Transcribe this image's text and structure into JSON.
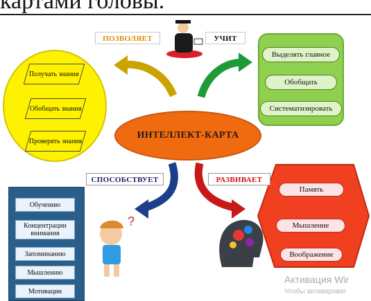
{
  "header": {
    "text": "картами головы."
  },
  "center": {
    "label": "ИНТЕЛЛЕКТ-КАРТА"
  },
  "tags": {
    "allows": "ПОЗВОЛЯЕТ",
    "teaches": "УЧИТ",
    "promotes": "СПОСОБСТВУЕТ",
    "develops": "РАЗВИВАЕТ"
  },
  "allows_items": [
    {
      "label": "Получать знания"
    },
    {
      "label": "Обобщать знания"
    },
    {
      "label": "Проверять знания"
    }
  ],
  "teaches_items": [
    {
      "label": "Выделять главное"
    },
    {
      "label": "Обобщать"
    },
    {
      "label": "Систематизировать"
    }
  ],
  "promotes_items": [
    {
      "label": "Обучению"
    },
    {
      "label": "Концентрации внимания"
    },
    {
      "label": "Запоминанию"
    },
    {
      "label": "Мышлению"
    },
    {
      "label": "Мотивации"
    }
  ],
  "develops_items": [
    {
      "label": "Память"
    },
    {
      "label": "Мышление"
    },
    {
      "label": "Воображение"
    }
  ],
  "watermark": {
    "line1": "Активация Wir",
    "line2": "Чтобы активироват"
  },
  "colors": {
    "center": "#f06a10",
    "allows_group": "#fff200",
    "teaches_group": "#8fd14f",
    "promotes_group": "#2a5f8c",
    "develops_group": "#f04020"
  }
}
